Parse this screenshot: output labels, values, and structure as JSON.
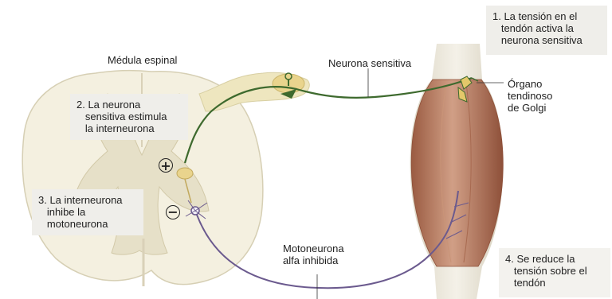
{
  "labels": {
    "medula": "Médula espinal",
    "neurona_sensitiva": "Neurona sensitiva",
    "organo": "Órgano\ntendinoso\nde Golgi",
    "motoneurona": "Motoneurona\nalfa inhibida"
  },
  "steps": [
    {
      "text": "1. La tensión en el\n   tendón activa la\n   neurona sensitiva"
    },
    {
      "text": "2. La neurona\n   sensitiva estimula\n   la interneurona"
    },
    {
      "text": "3. La interneurona\n   inhibe la\n   motoneurona"
    },
    {
      "text": "4. Se reduce la\n   tensión sobre el\n   tendón"
    }
  ],
  "symbols": {
    "plus": "+",
    "minus": "−"
  },
  "colors": {
    "spinal_cord": "#f3efe0",
    "gray_matter": "#e5dfc7",
    "nerve_path": "#3e6a2e",
    "motor_path": "#6b5a8e",
    "muscle": "#b87a5c",
    "tendon": "#e9e4d6",
    "ganglion": "#e7d38a"
  }
}
